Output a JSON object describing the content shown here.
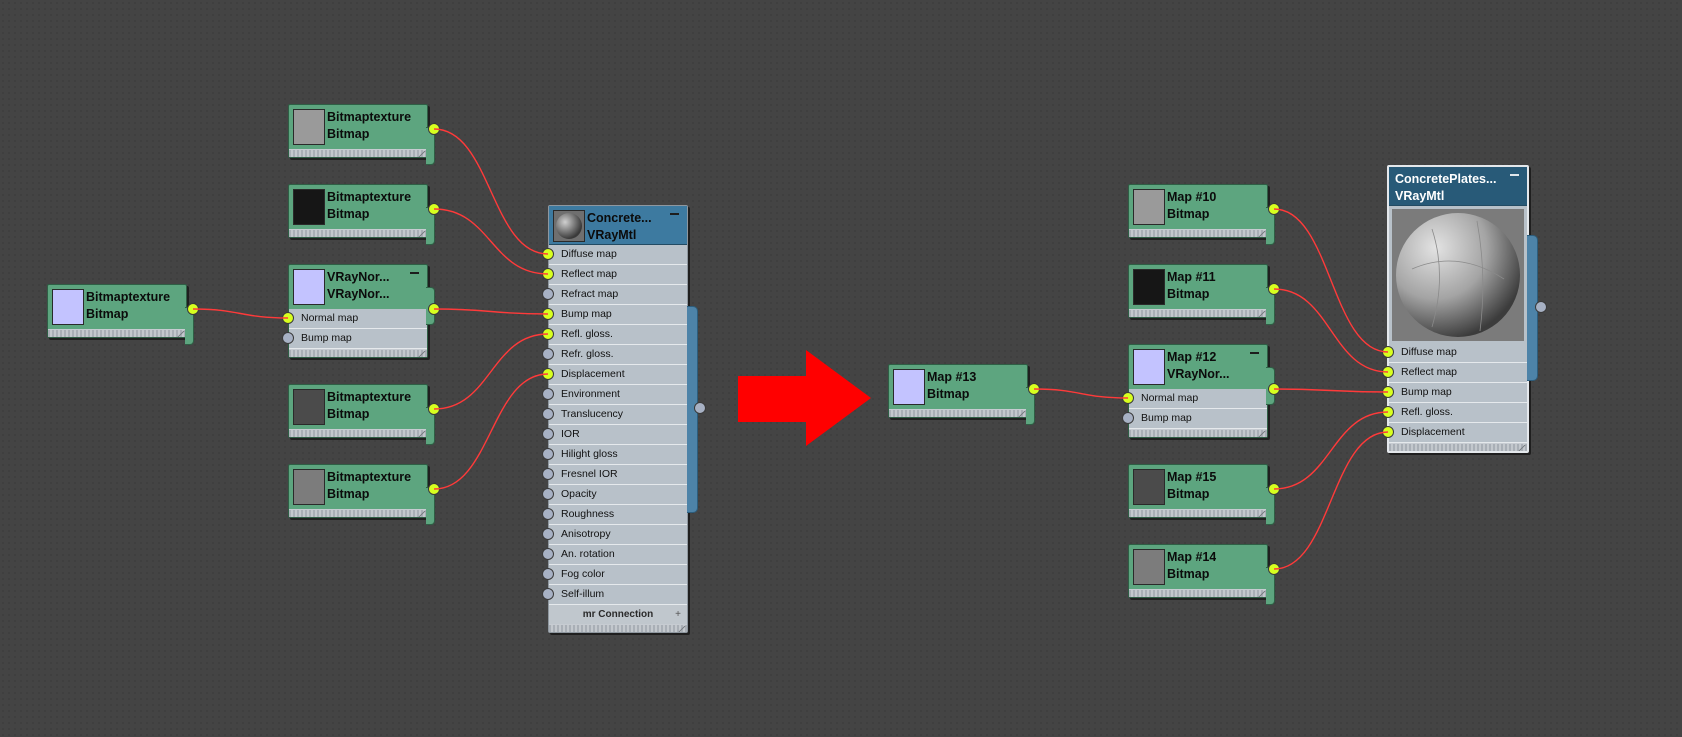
{
  "colors": {
    "background": "#444444",
    "map_node": "#5da57f",
    "material_header": "#3d7aa0",
    "material_header_selected": "#285a78",
    "socket_connected": "#d8ff1f",
    "socket_empty": "#a7b1c4",
    "wire": "#ff3a3a",
    "arrow": "#ff0000"
  },
  "left": {
    "nodes": {
      "bitmap_gray": {
        "title": "Bitmaptexture",
        "type": "Bitmap",
        "swatch": "#9a9a9a"
      },
      "bitmap_black": {
        "title": "Bitmaptexture",
        "type": "Bitmap",
        "swatch": "#161616"
      },
      "vraynormal": {
        "title": "VRayNor...",
        "type": "VRayNor...",
        "swatch": "#c3c3ff",
        "slots": [
          "Normal map",
          "Bump map"
        ]
      },
      "bitmap_normal": {
        "title": "Bitmaptexture",
        "type": "Bitmap",
        "swatch": "#c3c3ff"
      },
      "bitmap_dark": {
        "title": "Bitmaptexture",
        "type": "Bitmap",
        "swatch": "#4b4b4b"
      },
      "bitmap_mid": {
        "title": "Bitmaptexture",
        "type": "Bitmap",
        "swatch": "#7c7c7c"
      }
    },
    "material": {
      "title": "Concrete...",
      "type": "VRayMtl",
      "slots": [
        "Diffuse map",
        "Reflect map",
        "Refract map",
        "Bump map",
        "Refl. gloss.",
        "Refr. gloss.",
        "Displacement",
        "Environment",
        "Translucency",
        "IOR",
        "Hilight gloss",
        "Fresnel IOR",
        "Opacity",
        "Roughness",
        "Anisotropy",
        "An. rotation",
        "Fog color",
        "Self-illum"
      ],
      "connected": [
        true,
        true,
        false,
        true,
        true,
        false,
        true,
        false,
        false,
        false,
        false,
        false,
        false,
        false,
        false,
        false,
        false,
        false
      ],
      "footer_label": "mr Connection",
      "footer_plus": "+"
    }
  },
  "right": {
    "nodes": {
      "map10": {
        "title": "Map #10",
        "type": "Bitmap",
        "swatch": "#9a9a9a"
      },
      "map11": {
        "title": "Map #11",
        "type": "Bitmap",
        "swatch": "#161616"
      },
      "map12": {
        "title": "Map #12",
        "type": "VRayNor...",
        "swatch": "#c3c3ff",
        "slots": [
          "Normal map",
          "Bump map"
        ]
      },
      "map13": {
        "title": "Map #13",
        "type": "Bitmap",
        "swatch": "#c3c3ff"
      },
      "map15": {
        "title": "Map #15",
        "type": "Bitmap",
        "swatch": "#4b4b4b"
      },
      "map14": {
        "title": "Map #14",
        "type": "Bitmap",
        "swatch": "#7c7c7c"
      }
    },
    "material": {
      "title": "ConcretePlates...",
      "type": "VRayMtl",
      "slots": [
        "Diffuse map",
        "Reflect map",
        "Bump map",
        "Refl. gloss.",
        "Displacement"
      ],
      "connected": [
        true,
        true,
        true,
        true,
        true
      ]
    }
  }
}
